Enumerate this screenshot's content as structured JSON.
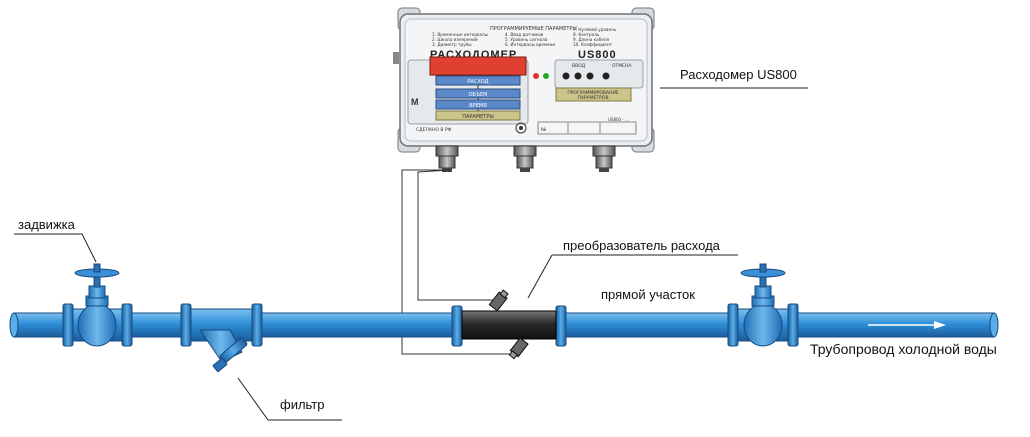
{
  "labels": {
    "meter": "Расходомер US800",
    "valve": "задвижка",
    "transducer": "преобразователь расхода",
    "straight": "прямой участок",
    "filter": "фильтр",
    "pipeline": "Трубопровод холодной воды"
  },
  "device": {
    "header_title": "ПРОГРАММИРУЕМЫЕ ПАРАМЕТРЫ",
    "col1": [
      "1. Временные интервалы",
      "2. Шкала измерений",
      "3. Диаметр трубы"
    ],
    "col2": [
      "4. Ввод датчиков",
      "5. Уровень сигнала",
      "6. Интервалы времени"
    ],
    "col3": [
      "7. Нулевой уровень",
      "8. Контроль",
      "9. Длина кабеля",
      "10. Коэффициент"
    ],
    "name_left": "РАСХОДОМЕР",
    "name_right": "US800",
    "keys": [
      "РАСХОД",
      "ОБЪЕМ",
      "ВРЕМЯ",
      "ПАРАМЕТРЫ"
    ],
    "input_label": "ВВОД",
    "cancel_label": "ОТМЕНА",
    "prog_btn": [
      "ПРОГРАММИРОВАНИЕ",
      "ПАРАМЕТРОВ"
    ],
    "made_in": "СДЕЛАНО В РФ",
    "serial_label": "№",
    "model_tag": "US800 - ...",
    "logo": "M"
  },
  "colors": {
    "pipe": "#2f8fd8",
    "pipe_dark": "#1f6fb4",
    "device_body": "#e9ecef",
    "display": "#e04030",
    "key_blue": "#5b88c9",
    "key_olive": "#cbc58a",
    "transducer": "#2a2a2a"
  },
  "icons": [
    "flow-arrow",
    "valve-handwheel",
    "filter-strainer",
    "led-red",
    "led-green"
  ]
}
